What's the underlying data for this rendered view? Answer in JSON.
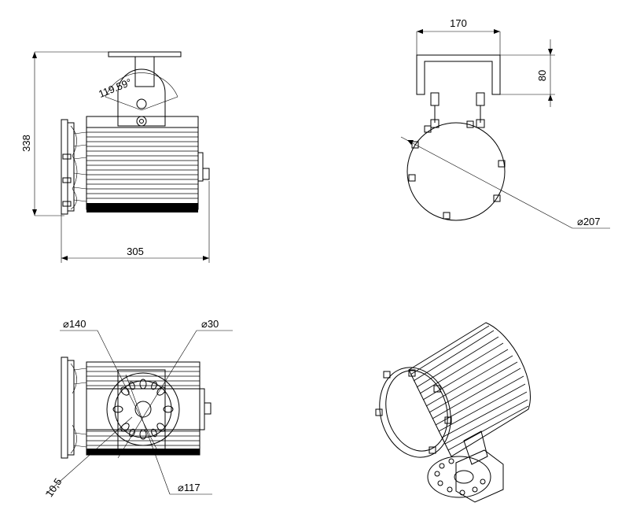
{
  "dimensions": {
    "side_height": "338",
    "side_width": "305",
    "angle": "119.59°",
    "bracket_width": "170",
    "bracket_height": "80",
    "body_diameter": "⌀207",
    "ring_outer": "⌀140",
    "center_hole": "⌀30",
    "ring_inner": "⌀117",
    "slot_width": "10,5"
  }
}
